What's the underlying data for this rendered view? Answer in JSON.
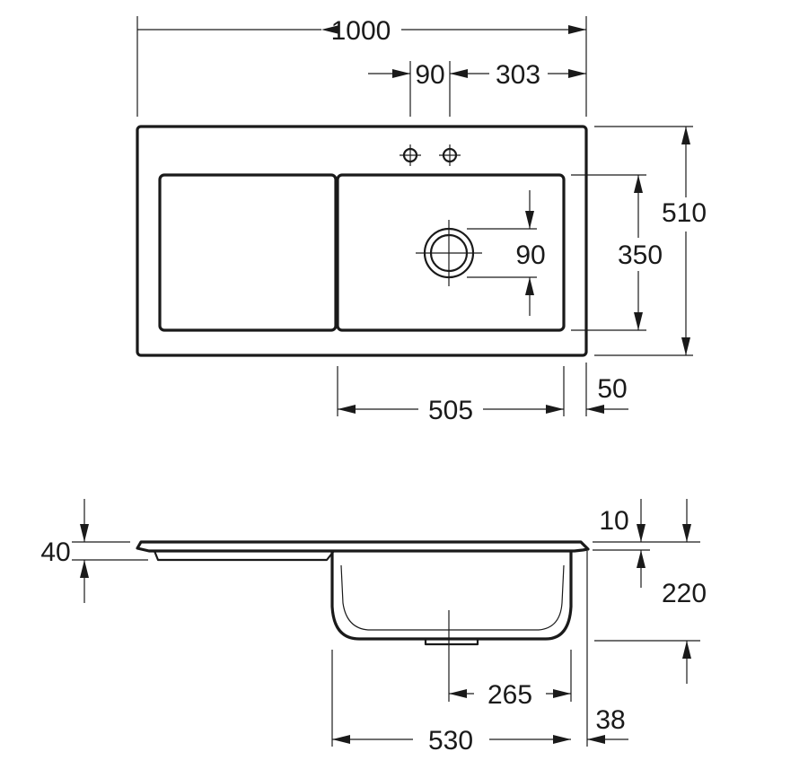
{
  "colors": {
    "line": "#1a1a1a",
    "background": "#ffffff"
  },
  "dimensions": {
    "top_overall_width": "1000",
    "top_tap_spacing": "90",
    "top_tap_offset": "303",
    "top_overall_depth": "510",
    "top_bowl_depth": "350",
    "top_drain_diameter": "90",
    "top_bowl_width": "505",
    "top_edge_offset": "50",
    "side_total_height": "40",
    "side_rim_thickness": "10",
    "side_bowl_depth": "220",
    "side_drain_offset": "265",
    "side_bowl_width": "530",
    "side_edge_offset": "38"
  }
}
